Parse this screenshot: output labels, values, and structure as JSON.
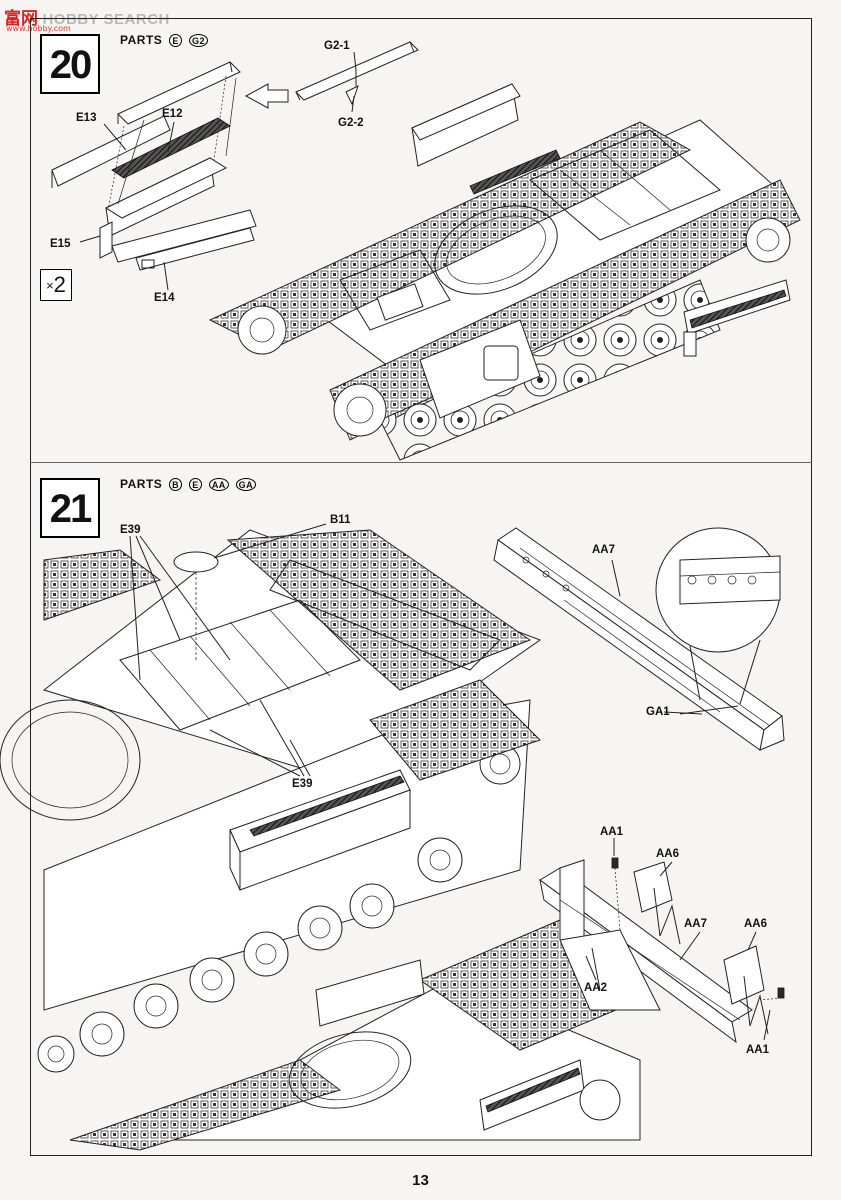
{
  "watermark": {
    "logo_cn": "富",
    "logo_cn_2": "网",
    "logo_text": "HOBBY SEARCH",
    "logo_url": "www.hobby.com"
  },
  "page_number": "13",
  "steps": [
    {
      "number": "20",
      "parts_label": "PARTS",
      "parts": [
        "E",
        "G2"
      ],
      "quantity": "2",
      "callouts": [
        "G2-1",
        "G2-2",
        "E13",
        "E12",
        "E15",
        "E14"
      ]
    },
    {
      "number": "21",
      "parts_label": "PARTS",
      "parts": [
        "B",
        "E",
        "AA",
        "GA"
      ],
      "callouts": [
        "E39",
        "B11",
        "E39",
        "AA7",
        "GA1",
        "AA1",
        "AA6",
        "AA7",
        "AA6",
        "AA2",
        "AA1"
      ]
    }
  ]
}
